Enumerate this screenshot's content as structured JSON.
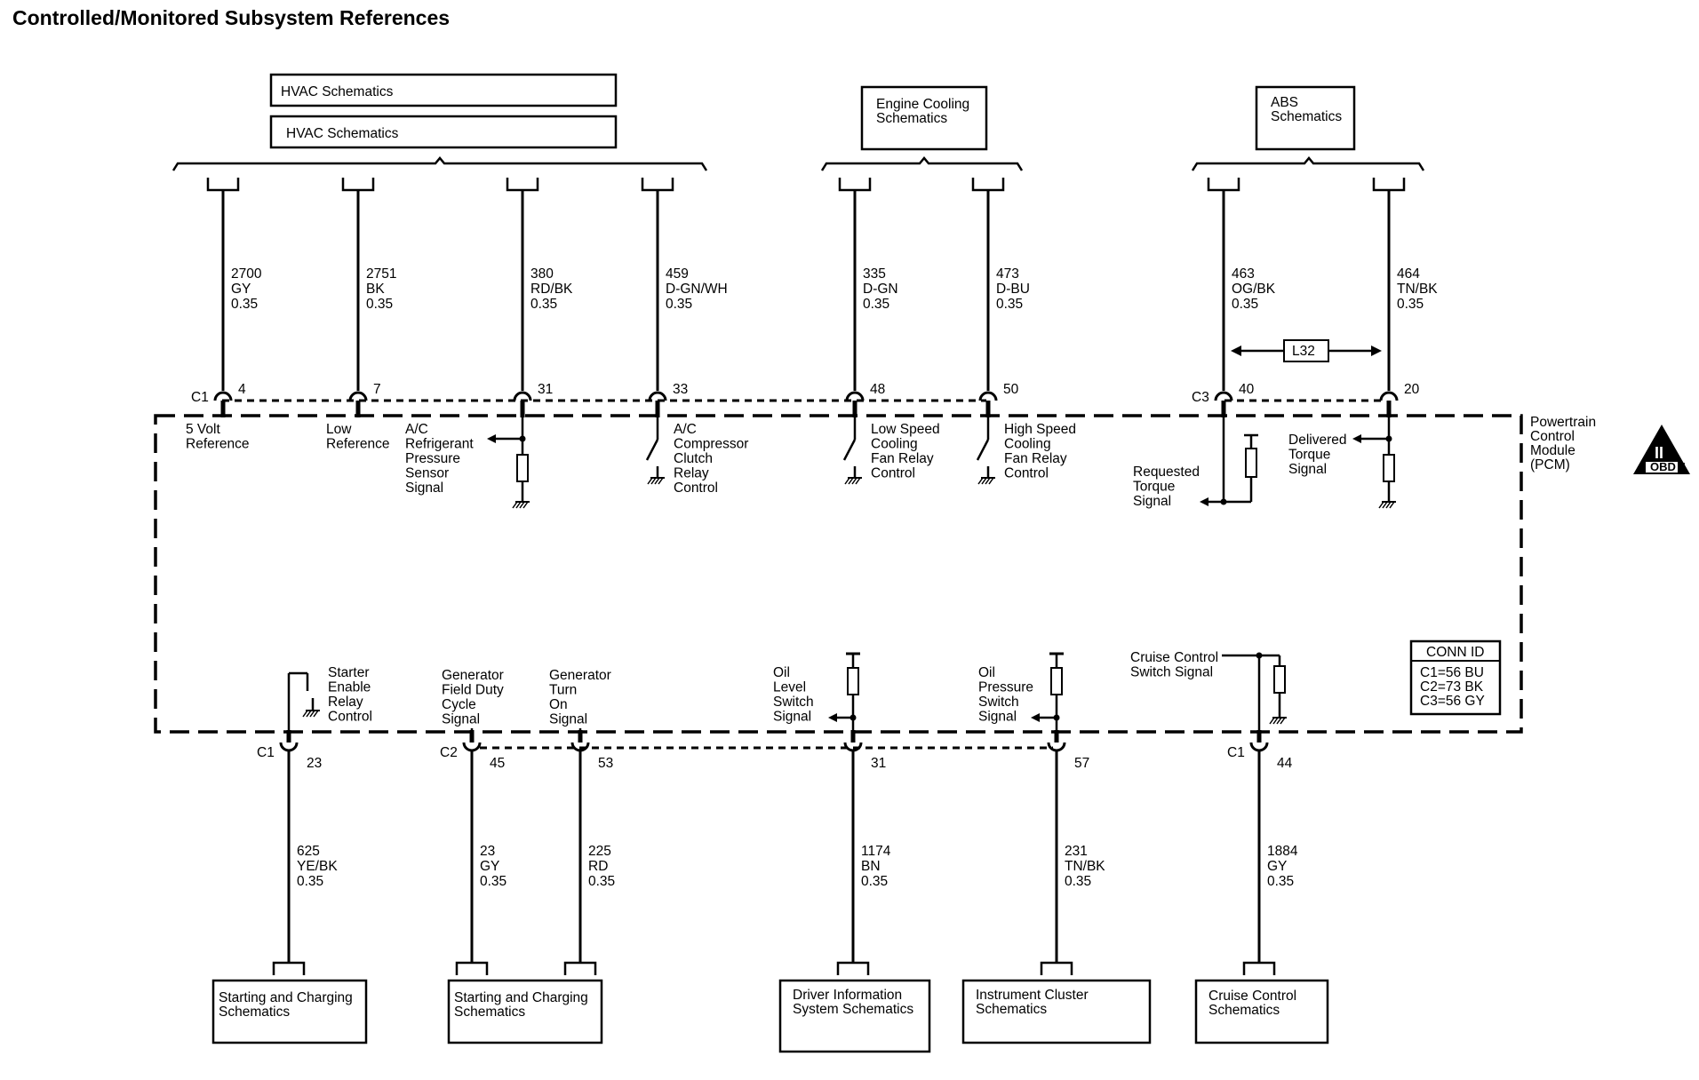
{
  "title": "Controlled/Monitored Subsystem References",
  "top_refs": {
    "hvac1": "HVAC Schematics",
    "hvac2": "HVAC Schematics",
    "engine_cooling": [
      "Engine Cooling",
      "Schematics"
    ],
    "abs": [
      "ABS",
      "Schematics"
    ]
  },
  "top_wires": [
    {
      "circuit": "2700",
      "color": "GY",
      "gauge": "0.35",
      "conn": "C1",
      "pin": "4",
      "label": [
        "5 Volt",
        "Reference"
      ]
    },
    {
      "circuit": "2751",
      "color": "BK",
      "gauge": "0.35",
      "pin": "7",
      "label": [
        "Low",
        "Reference"
      ]
    },
    {
      "circuit": "380",
      "color": "RD/BK",
      "gauge": "0.35",
      "pin": "31",
      "label": [
        "A/C",
        "Refrigerant",
        "Pressure",
        "Sensor",
        "Signal"
      ]
    },
    {
      "circuit": "459",
      "color": "D-GN/WH",
      "gauge": "0.35",
      "pin": "33",
      "label": [
        "A/C",
        "Compressor",
        "Clutch",
        "Relay",
        "Control"
      ]
    },
    {
      "circuit": "335",
      "color": "D-GN",
      "gauge": "0.35",
      "pin": "48",
      "label": [
        "Low Speed",
        "Cooling",
        "Fan Relay",
        "Control"
      ]
    },
    {
      "circuit": "473",
      "color": "D-BU",
      "gauge": "0.35",
      "pin": "50",
      "label": [
        "High Speed",
        "Cooling",
        "Fan Relay",
        "Control"
      ]
    },
    {
      "circuit": "463",
      "color": "OG/BK",
      "gauge": "0.35",
      "conn": "C3",
      "pin": "40",
      "label": [
        "Requested",
        "Torque",
        "Signal"
      ]
    },
    {
      "circuit": "464",
      "color": "TN/BK",
      "gauge": "0.35",
      "pin": "20",
      "label": [
        "Delivered",
        "Torque",
        "Signal"
      ]
    }
  ],
  "l32": "L32",
  "module": [
    "Powertrain",
    "Control",
    "Module",
    "(PCM)"
  ],
  "obd_badge": {
    "numeral": "II",
    "text": "OBD II"
  },
  "conn_id": {
    "title": "CONN ID",
    "lines": [
      "C1=56 BU",
      "C2=73 BK",
      "C3=56 GY"
    ]
  },
  "bottom_wires": [
    {
      "circuit": "625",
      "color": "YE/BK",
      "gauge": "0.35",
      "conn": "C1",
      "pin": "23",
      "label": [
        "Starter",
        "Enable",
        "Relay",
        "Control"
      ]
    },
    {
      "circuit": "23",
      "color": "GY",
      "gauge": "0.35",
      "conn": "C2",
      "pin": "45",
      "label": [
        "Generator",
        "Field Duty",
        "Cycle",
        "Signal"
      ]
    },
    {
      "circuit": "225",
      "color": "RD",
      "gauge": "0.35",
      "pin": "53",
      "label": [
        "Generator",
        "Turn",
        "On",
        "Signal"
      ]
    },
    {
      "circuit": "1174",
      "color": "BN",
      "gauge": "0.35",
      "pin": "31",
      "label": [
        "Oil",
        "Level",
        "Switch",
        "Signal"
      ]
    },
    {
      "circuit": "231",
      "color": "TN/BK",
      "gauge": "0.35",
      "pin": "57",
      "label": [
        "Oil",
        "Pressure",
        "Switch",
        "Signal"
      ]
    },
    {
      "circuit": "1884",
      "color": "GY",
      "gauge": "0.35",
      "conn": "C1",
      "pin": "44",
      "label": [
        "Cruise Control",
        "Switch Signal"
      ]
    }
  ],
  "bottom_refs": [
    [
      "Starting and Charging",
      "Schematics"
    ],
    [
      "Starting and Charging",
      "Schematics"
    ],
    [
      "Driver Information",
      "System Schematics"
    ],
    [
      "Instrument Cluster",
      "Schematics"
    ],
    [
      "Cruise Control",
      "Schematics"
    ]
  ]
}
